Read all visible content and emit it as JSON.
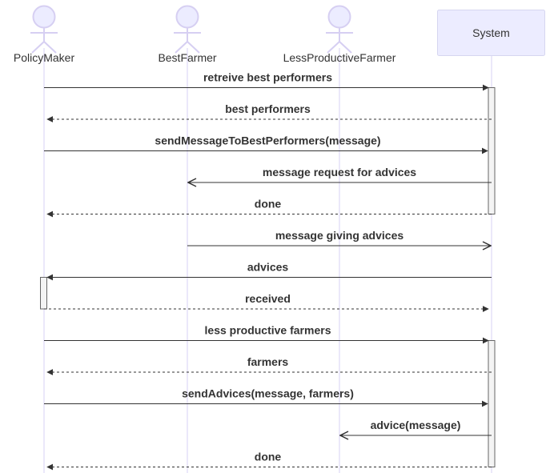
{
  "diagram": {
    "type": "sequence",
    "colors": {
      "actor_fill": "#ECECFF",
      "actor_stroke": "#D6CFF2",
      "lifeline": "#D7D2F4",
      "box_fill": "#ECECFF",
      "box_stroke": "#D6D6F0",
      "activation_fill": "#F4F4F4",
      "activation_stroke": "#666666",
      "text": "#333333",
      "arrow": "#333333"
    },
    "participants": [
      {
        "id": "pm",
        "label": "PolicyMaker",
        "kind": "actor"
      },
      {
        "id": "bf",
        "label": "BestFarmer",
        "kind": "actor"
      },
      {
        "id": "lpf",
        "label": "LessProductiveFarmer",
        "kind": "actor"
      },
      {
        "id": "sys",
        "label": "System",
        "kind": "box"
      }
    ],
    "messages": [
      {
        "from": "pm",
        "to": "sys",
        "text": "retreive best performers",
        "style": "solid",
        "head": "filled"
      },
      {
        "from": "sys",
        "to": "pm",
        "text": "best performers",
        "style": "dashed",
        "head": "filled"
      },
      {
        "from": "pm",
        "to": "sys",
        "text": "sendMessageToBestPerformers(message)",
        "style": "solid",
        "head": "filled"
      },
      {
        "from": "sys",
        "to": "bf",
        "text": "message request for advices",
        "style": "solid",
        "head": "open"
      },
      {
        "from": "sys",
        "to": "pm",
        "text": "done",
        "style": "dashed",
        "head": "filled"
      },
      {
        "from": "bf",
        "to": "sys",
        "text": "message giving advices",
        "style": "solid",
        "head": "open"
      },
      {
        "from": "sys",
        "to": "pm",
        "text": "advices",
        "style": "solid",
        "head": "filled"
      },
      {
        "from": "pm",
        "to": "sys",
        "text": "received",
        "style": "dashed",
        "head": "filled"
      },
      {
        "from": "pm",
        "to": "sys",
        "text": "less productive farmers",
        "style": "solid",
        "head": "filled"
      },
      {
        "from": "sys",
        "to": "pm",
        "text": "farmers",
        "style": "dashed",
        "head": "filled"
      },
      {
        "from": "pm",
        "to": "sys",
        "text": "sendAdvices(message, farmers)",
        "style": "solid",
        "head": "filled"
      },
      {
        "from": "sys",
        "to": "lpf",
        "text": "advice(message)",
        "style": "solid",
        "head": "open"
      },
      {
        "from": "sys",
        "to": "pm",
        "text": "done",
        "style": "dashed",
        "head": "filled"
      }
    ],
    "activations": [
      {
        "participant": "sys",
        "from_message": 0,
        "to_message": 4
      },
      {
        "participant": "pm",
        "from_message": 6,
        "to_message": 7
      },
      {
        "participant": "sys",
        "from_message": 8,
        "to_message": 12
      }
    ]
  }
}
